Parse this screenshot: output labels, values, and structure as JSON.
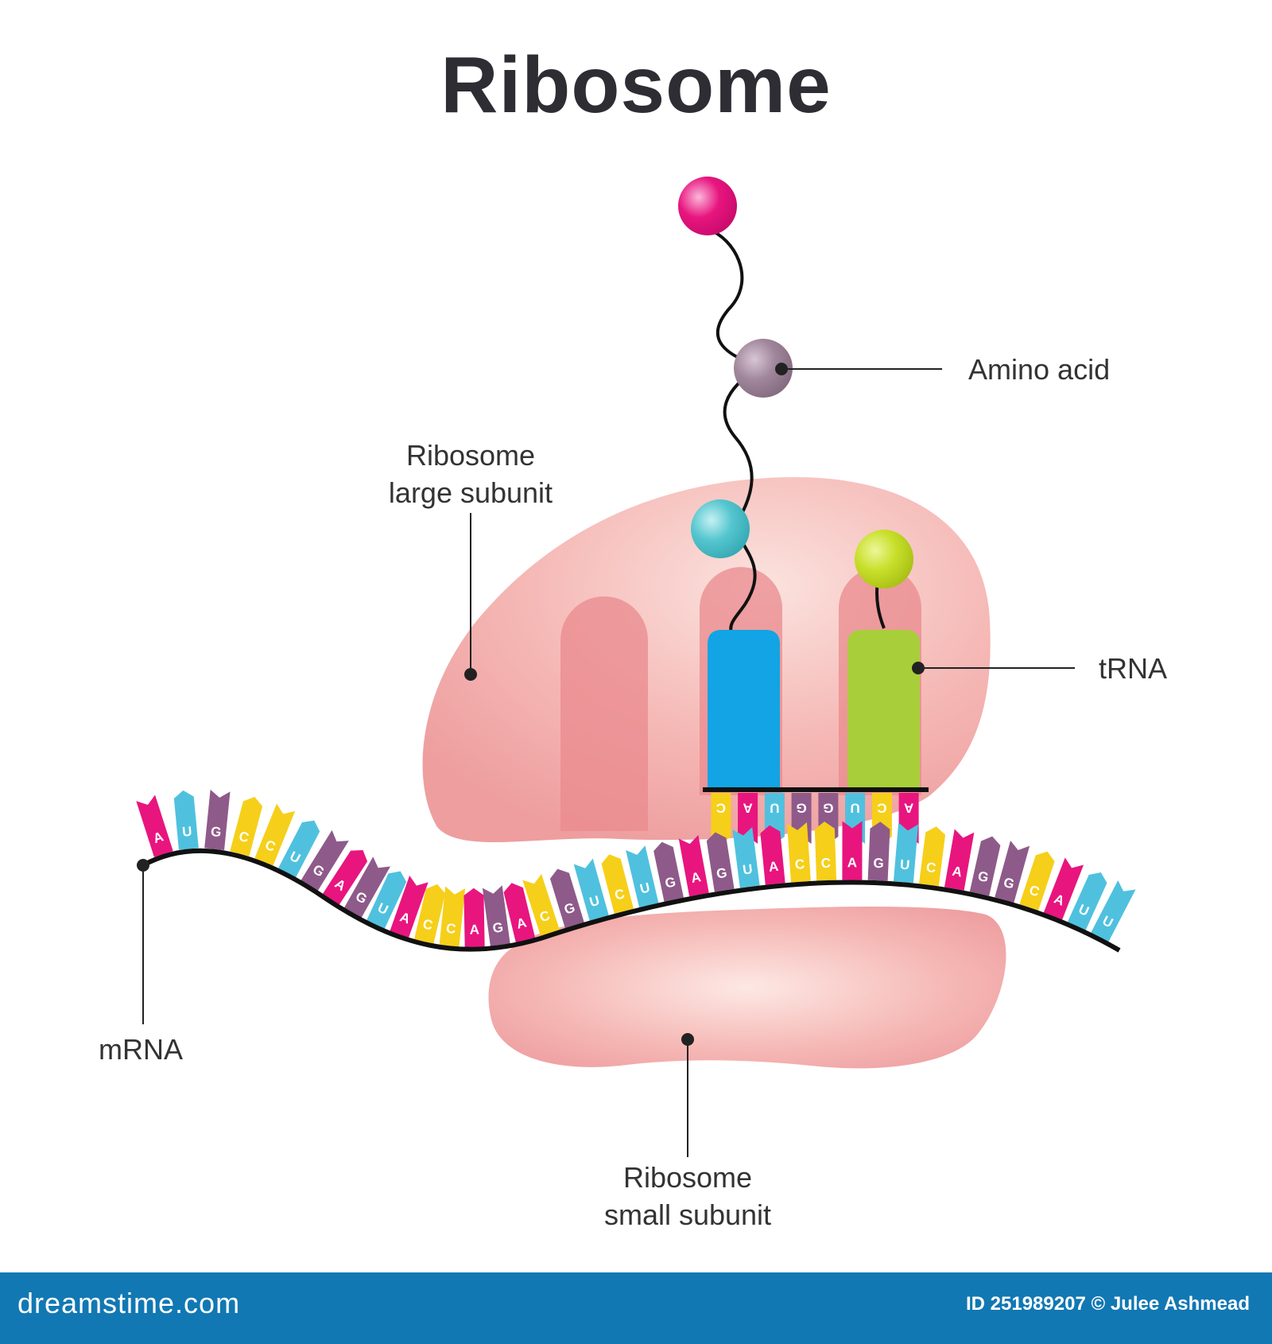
{
  "title": "Ribosome",
  "labels": {
    "amino_acid": "Amino acid",
    "large_subunit_line1": "Ribosome",
    "large_subunit_line2": "large subunit",
    "trna": "tRNA",
    "mrna": "mRNA",
    "small_subunit_line1": "Ribosome",
    "small_subunit_line2": "small subunit"
  },
  "mrna_sequence": [
    "A",
    "U",
    "G",
    "C",
    "C",
    "U",
    "G",
    "A",
    "G",
    "U",
    "A",
    "C",
    "C",
    "A",
    "G",
    "A",
    "C",
    "G",
    "U",
    "C",
    "U",
    "G",
    "A",
    "G",
    "U",
    "A",
    "C",
    "C",
    "A",
    "G",
    "U",
    "C",
    "A",
    "G",
    "G",
    "C",
    "A",
    "U",
    "U"
  ],
  "trna_anticodons": [
    "C",
    "A",
    "U",
    "G",
    "G",
    "U",
    "C",
    "A"
  ],
  "nucleotide_colors": {
    "A": "#e8157f",
    "U": "#4fc1de",
    "G": "#8e5a8a",
    "C": "#f6cf1a"
  },
  "colors": {
    "ribosome": "#f0a3a4",
    "amino_acid_top": "#e8157f",
    "amino_acid_mid": "#9a7a95",
    "amino_acid_bottom": "#4cc3cc",
    "amino_acid_trna2": "#c4dd27",
    "trna_left": "#12a4e4",
    "trna_right": "#a8ce3a"
  },
  "footer": {
    "brand": "dreamstime.com",
    "id_text": "ID 251989207 © Julee Ashmead"
  }
}
